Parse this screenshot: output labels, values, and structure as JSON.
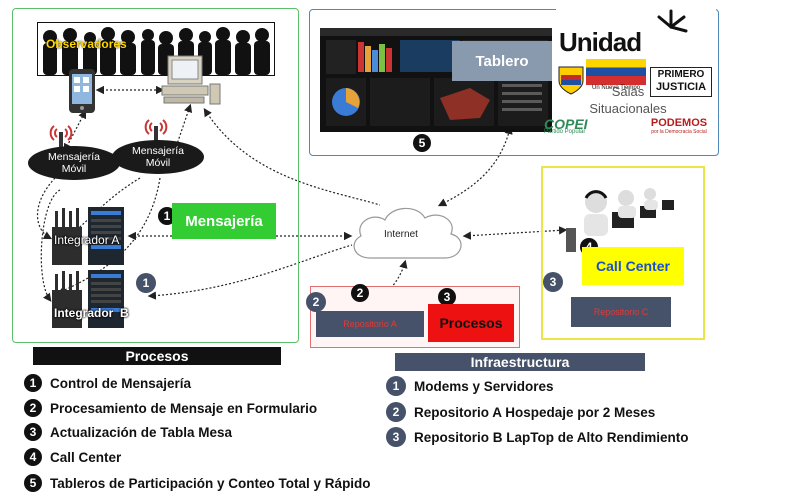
{
  "observers": {
    "label": "Observadores"
  },
  "mobile_nodes": [
    {
      "line1": "Mensajería",
      "line2": "Móvil"
    },
    {
      "line1": "Mensajería",
      "line2": "Móvil"
    }
  ],
  "integrators": [
    {
      "label": "Integrador A"
    },
    {
      "label": "Integrador  B"
    }
  ],
  "messaging": {
    "label": "Mensajería",
    "step": "1"
  },
  "infra_badge_integrator": "1",
  "internet": {
    "label": "Internet"
  },
  "dashboard": {
    "label": "Tablero",
    "step": "5",
    "rooms_line1": "Salas",
    "rooms_line2": "Situacionales"
  },
  "logos": {
    "unidad": "Unidad",
    "un_nuevo_tiempo": "Un Nuevo Tiempo",
    "primero": "PRIMERO",
    "justicia": "JUSTICIA",
    "copei": "COPEI",
    "copei_sub": "Partido Popular",
    "podemos": "PODEMOS",
    "podemos_sub": "por la Democracia Social"
  },
  "call_center": {
    "label": "Call Center",
    "step": "4",
    "infra_badge": "3",
    "repo_label": "Repositorio C"
  },
  "processing": {
    "label": "Procesos",
    "step": "3",
    "step_repo": "2",
    "infra_badge": "2",
    "repo_label": "Repositorio A"
  },
  "procesos_legend": {
    "title": "Procesos",
    "items": [
      {
        "num": "1",
        "text": "Control de Mensajería"
      },
      {
        "num": "2",
        "text": "Procesamiento de Mensaje en Formulario"
      },
      {
        "num": "3",
        "text": "Actualización de Tabla Mesa"
      },
      {
        "num": "4",
        "text": "Call Center"
      },
      {
        "num": "5",
        "text": "Tableros de Participación y Conteo Total y Rápido"
      }
    ]
  },
  "infra_legend": {
    "title": "Infraestructura",
    "items": [
      {
        "num": "1",
        "text": "Modems y Servidores"
      },
      {
        "num": "2",
        "text": "Repositorio A Hospedaje por 2 Meses"
      },
      {
        "num": "3",
        "text": "Repositorio B LapTop de Alto Rendimiento"
      }
    ]
  },
  "colors": {
    "green_border": "#5cbf6a",
    "blue_border": "#4f87b8",
    "yellow_border": "#e8e64a",
    "red_border": "#e07070",
    "messaging_green": "#33cc33",
    "process_red": "#ee1111",
    "callcenter_yellow": "#ffff00",
    "slate": "#45526a"
  }
}
